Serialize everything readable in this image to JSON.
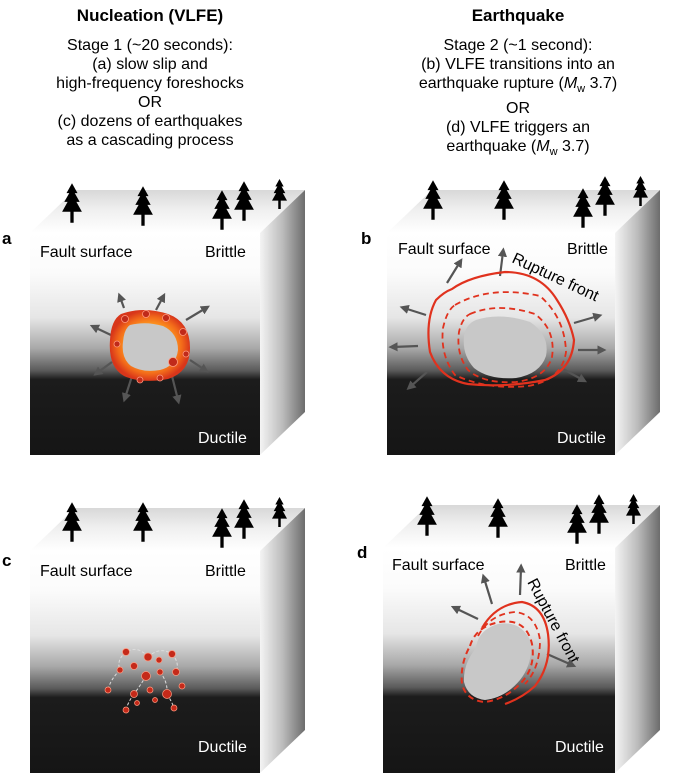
{
  "columns": {
    "left": {
      "heading": "Nucleation (VLFE)",
      "lines": [
        "Stage 1 (~20 seconds):",
        "(a) slow slip and",
        "high-frequency foreshocks",
        "OR",
        "(c) dozens of earthquakes",
        "as a cascading process"
      ]
    },
    "right": {
      "heading": "Earthquake",
      "lines": [
        "Stage 2 (~1 second):",
        "(b) VLFE transitions into an"
      ],
      "line3_prefix": "earthquake rupture (",
      "line3_m": "M",
      "line3_sub": "w",
      "line3_suffix": " 3.7)",
      "line4": "OR",
      "line5": "(d) VLFE triggers an",
      "line6_prefix": "earthquake (",
      "line6_m": "M",
      "line6_sub": "w",
      "line6_suffix": " 3.7)"
    }
  },
  "panels": {
    "a": {
      "label": "a",
      "fault": "Fault surface",
      "brittle": "Brittle",
      "ductile": "Ductile"
    },
    "b": {
      "label": "b",
      "fault": "Fault surface",
      "brittle": "Brittle",
      "ductile": "Ductile",
      "rupture": "Rupture front"
    },
    "c": {
      "label": "c",
      "fault": "Fault surface",
      "brittle": "Brittle",
      "ductile": "Ductile"
    },
    "d": {
      "label": "d",
      "fault": "Fault surface",
      "brittle": "Brittle",
      "ductile": "Ductile",
      "rupture": "Rupture front"
    }
  },
  "colors": {
    "rupture": "#e0321e",
    "slip_inner": "#ff7a18",
    "slip_outer": "#e03a1a",
    "nucleus": "#c8c8c8",
    "arrow": "#555555",
    "ductile": "#151515"
  }
}
